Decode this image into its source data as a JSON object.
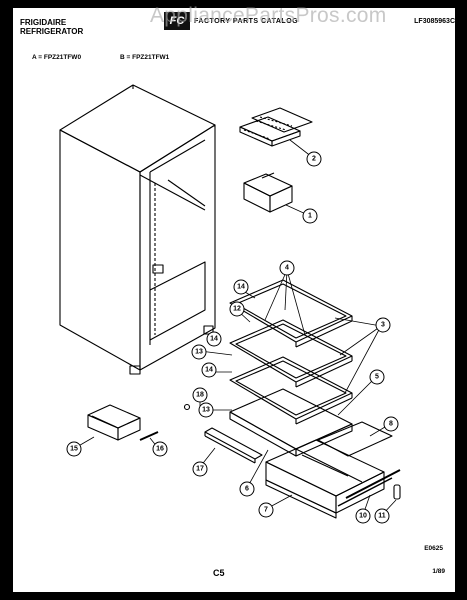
{
  "header": {
    "brand_line1": "FRIGIDAIRE",
    "brand_line2": "REFRIGERATOR",
    "logo_text": "FC",
    "catalog_text": "FACTORY PARTS CATALOG",
    "doc_number": "LF3085963C",
    "watermark": "AppliancePartsPros.com"
  },
  "models": {
    "a": "A = FPZ21TFW0",
    "b": "B = FPZ21TFW1"
  },
  "footer": {
    "figure_code": "E0625",
    "page_code": "C5",
    "date": "1/89"
  },
  "callouts": {
    "c1": "1",
    "c2": "2",
    "c3": "3",
    "c4": "4",
    "c5": "5",
    "c6": "6",
    "c7": "7",
    "c8": "8",
    "c10": "10",
    "c11": "11",
    "c12": "12",
    "c13a": "13",
    "c13b": "13",
    "c14a": "14",
    "c14b": "14",
    "c14c": "14",
    "c15": "15",
    "c16": "16",
    "c17": "17",
    "c18": "18"
  },
  "colors": {
    "background": "#000000",
    "paper": "#ffffff",
    "ink": "#000000"
  }
}
